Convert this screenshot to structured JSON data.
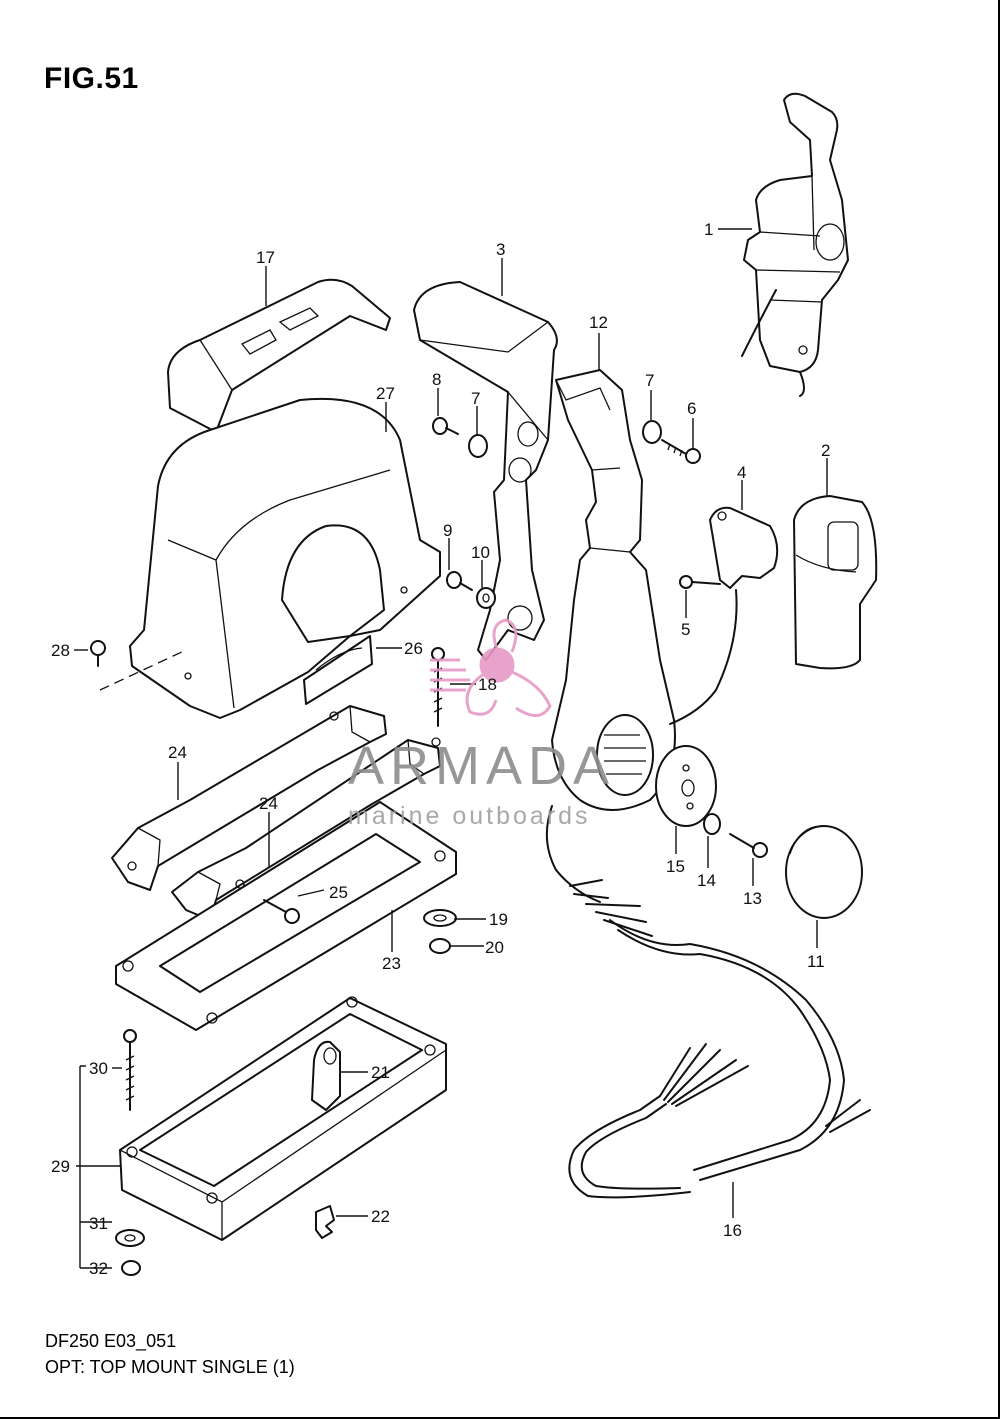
{
  "figure": {
    "title": "FIG.51",
    "model_code": "DF250 E03_051",
    "description": "OPT: TOP MOUNT SINGLE (1)"
  },
  "watermark": {
    "brand": "ARMADA",
    "tagline": "marine outboards",
    "color_logo": "#e79ac6",
    "color_text": "#8c8c8c"
  },
  "callouts": {
    "c1": "1",
    "c2": "2",
    "c3": "3",
    "c4": "4",
    "c5": "5",
    "c6": "6",
    "c7a": "7",
    "c7b": "7",
    "c8": "8",
    "c9": "9",
    "c10": "10",
    "c11": "11",
    "c12": "12",
    "c13": "13",
    "c14": "14",
    "c15": "15",
    "c16": "16",
    "c17": "17",
    "c18": "18",
    "c19": "19",
    "c20": "20",
    "c21": "21",
    "c22": "22",
    "c23": "23",
    "c24a": "24",
    "c24b": "24",
    "c25": "25",
    "c26": "26",
    "c27": "27",
    "c28": "28",
    "c29": "29",
    "c30": "30",
    "c31": "31",
    "c32": "32"
  }
}
